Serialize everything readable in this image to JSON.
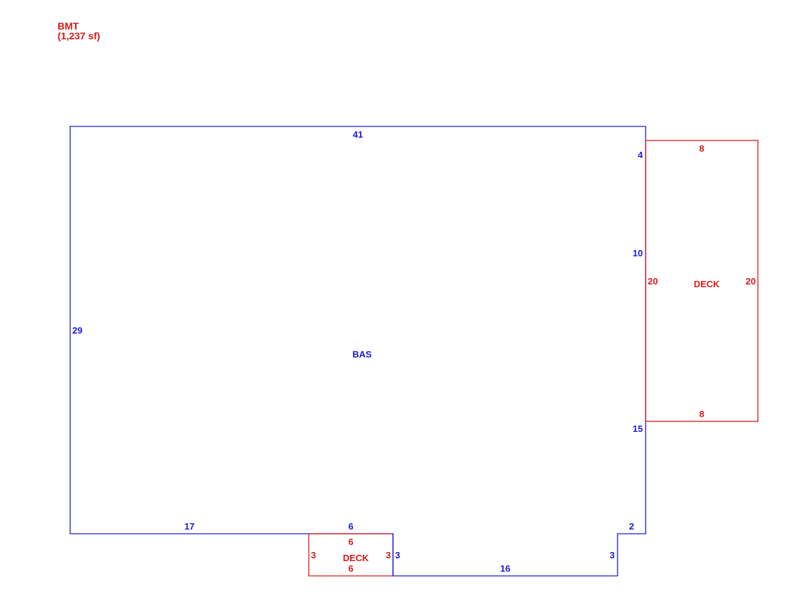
{
  "header": {
    "title": "BMT",
    "area": "(1,237 sf)"
  },
  "colors": {
    "main": "#1a1ad6",
    "addition": "#d61a1a"
  },
  "areas": {
    "main": {
      "label": "BAS",
      "dimensions": {
        "top": "41",
        "left": "29",
        "right_upper": "4",
        "right_middle": "10",
        "right_lower": "15",
        "step_right": "2",
        "bottom_left": "17",
        "notch_top": "6",
        "notch_left_side": "3",
        "notch_right_side": "3",
        "bottom_right": "16"
      }
    },
    "deck_right": {
      "label": "DECK",
      "dimensions": {
        "top": "8",
        "left": "20",
        "right": "20",
        "bottom": "8"
      }
    },
    "deck_bottom": {
      "label": "DECK",
      "dimensions": {
        "top": "6",
        "left": "3",
        "right": "3",
        "bottom": "6"
      }
    }
  }
}
